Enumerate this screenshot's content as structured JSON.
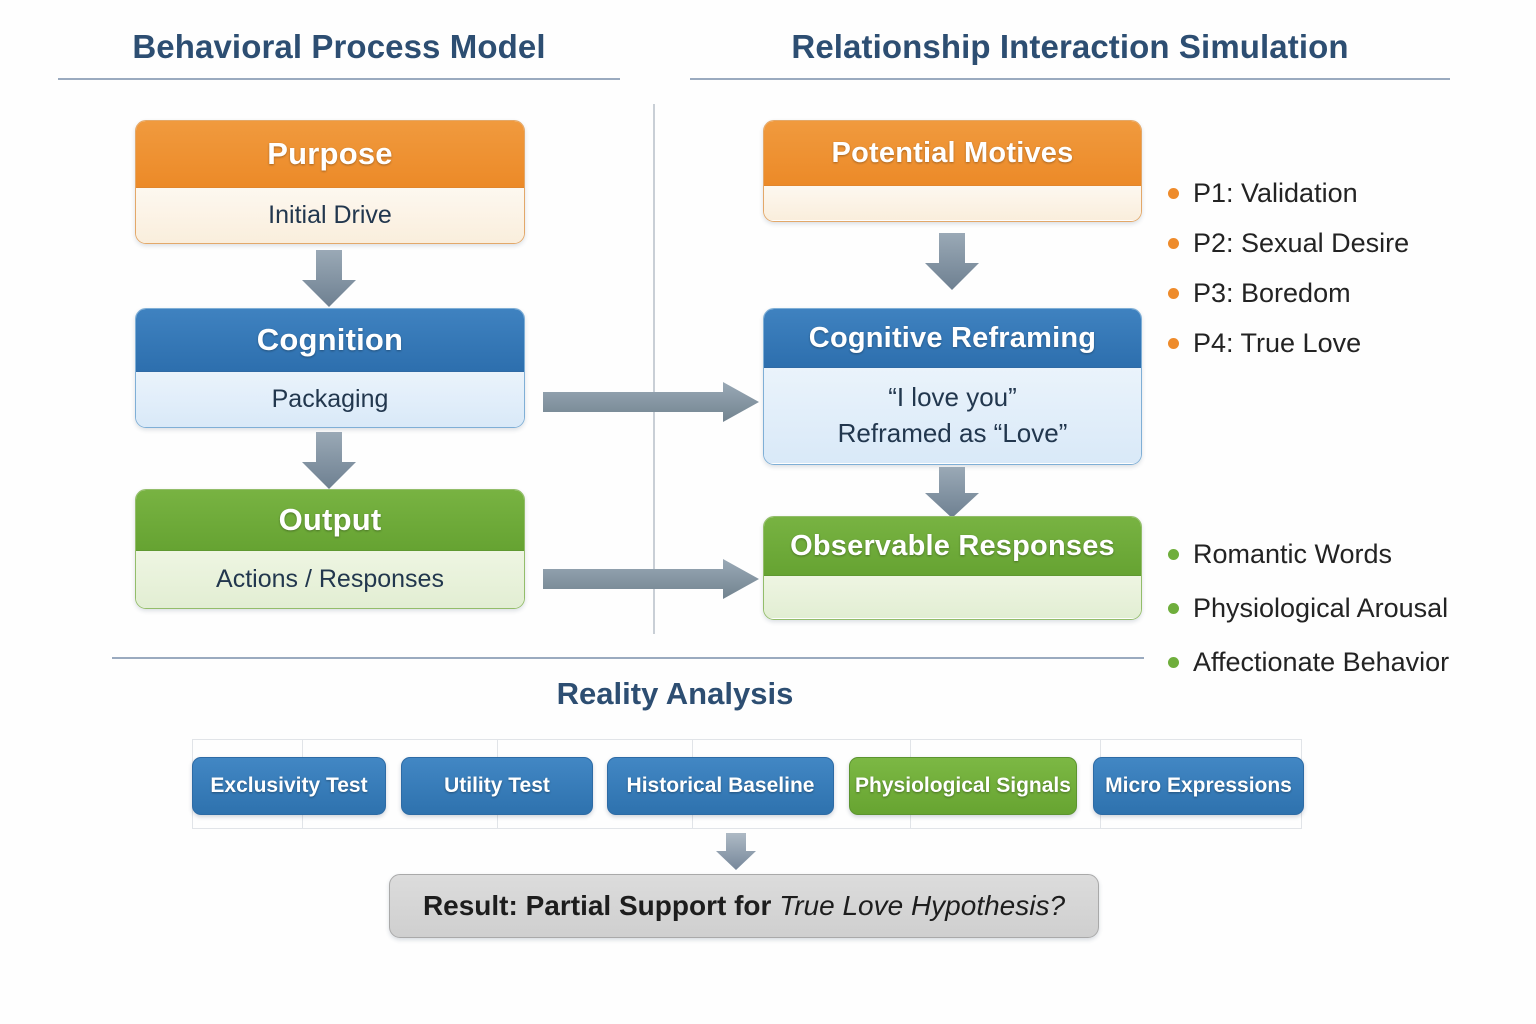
{
  "panels": {
    "left_title": "Behavioral Process Model",
    "right_title": "Relationship Interaction Simulation"
  },
  "left_flow": [
    {
      "title": "Purpose",
      "body": "Initial Drive",
      "color": "orange"
    },
    {
      "title": "Cognition",
      "body": "Packaging",
      "color": "blue"
    },
    {
      "title": "Output",
      "body": "Actions / Responses",
      "color": "green"
    }
  ],
  "right_flow": [
    {
      "title": "Potential Motives",
      "body_line1": "",
      "body_line2": "",
      "color": "orange"
    },
    {
      "title": "Cognitive Reframing",
      "body_line1": "“I love you”",
      "body_line2": "Reframed as “Love”",
      "color": "blue"
    },
    {
      "title": "Observable Responses",
      "body_line1": "",
      "body_line2": "",
      "color": "green"
    }
  ],
  "motives_list": [
    "P1: Validation",
    "P2: Sexual Desire",
    "P3: Boredom",
    "P4: True Love"
  ],
  "responses_list": [
    "Romantic Words",
    "Physiological Arousal",
    "Affectionate Behavior"
  ],
  "reality_analysis": {
    "title": "Reality Analysis",
    "tests": [
      {
        "label": "Exclusivity Test",
        "color": "blue"
      },
      {
        "label": "Utility Test",
        "color": "blue"
      },
      {
        "label": "Historical Baseline",
        "color": "blue"
      },
      {
        "label": "Physiological Signals",
        "color": "green"
      },
      {
        "label": "Micro Expressions",
        "color": "blue"
      }
    ],
    "result_prefix": "Result: Partial Support for ",
    "result_emphasis": "True Love Hypothesis?"
  },
  "colors": {
    "title_blue": "#2D4E72",
    "orange_header": "#EC8A28",
    "orange_body": "#FAEEDC",
    "blue_header": "#2D6FAE",
    "blue_body": "#E3EFF9",
    "green_header": "#66A332",
    "green_body": "#EAF2DE",
    "arrow_gray": "#7E8F9E",
    "rule_gray": "#9AAABF",
    "result_gray": "#D4D4D4"
  }
}
